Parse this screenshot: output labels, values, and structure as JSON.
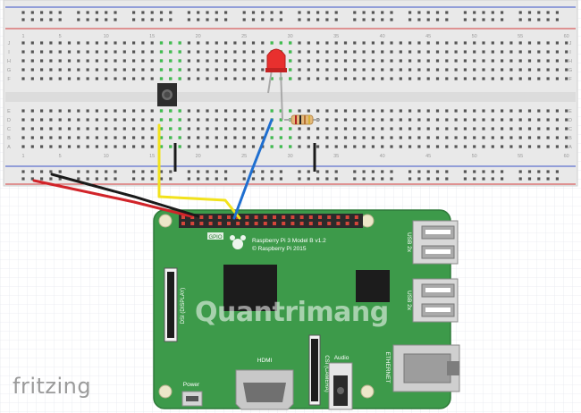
{
  "app": {
    "name": "fritzing"
  },
  "watermark": {
    "text": "Quantrimang"
  },
  "breadboard": {
    "row_letters_top": [
      "J",
      "I",
      "H",
      "G",
      "F"
    ],
    "row_letters_bottom": [
      "E",
      "D",
      "C",
      "B",
      "A"
    ],
    "column_numbers": [
      "1",
      "5",
      "10",
      "15",
      "20",
      "25",
      "30",
      "35",
      "40",
      "45",
      "50",
      "55",
      "60"
    ]
  },
  "raspberry_pi": {
    "model_line": "Raspberry Pi 3 Model B v1.2",
    "copyright_line": "© Raspberry Pi 2015",
    "gpio_label": "GPIO",
    "display_label": "DSI (DISPLAY)",
    "camera_label": "CSI (CAMERA)",
    "usb_top_label": "USB 2x",
    "usb_bottom_label": "USB 2x",
    "ethernet_label": "ETHERNET",
    "hdmi_label": "HDMI",
    "audio_label": "Audio",
    "power_label": "Power"
  },
  "wire_colors": {
    "red": "#d1242a",
    "black": "#1a1a1a",
    "yellow": "#f2e21c",
    "blue": "#1f6fd0"
  },
  "board_color": "#3d9a4a",
  "led_color": "#e8302e"
}
